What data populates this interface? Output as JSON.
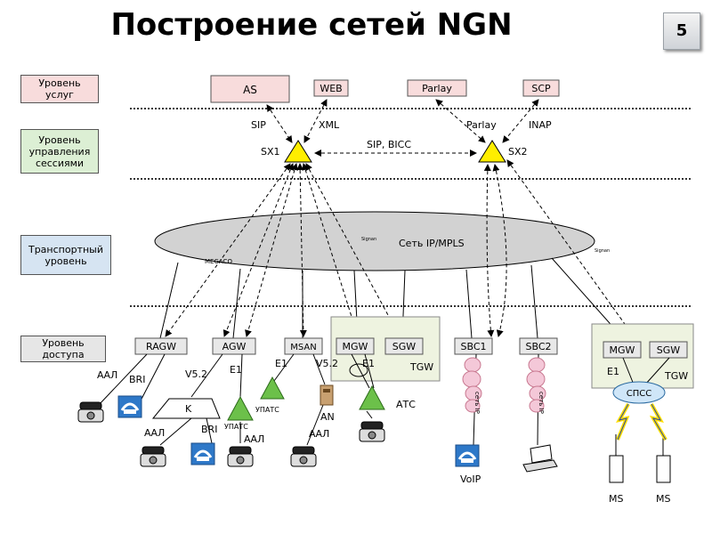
{
  "title": "Построение сетей NGN",
  "page_number": "5",
  "levels": {
    "services": "Уровень услуг",
    "session": "Уровень управления сессиями",
    "transport": "Транспортный уровень",
    "access": "Уровень доступа"
  },
  "services": {
    "as": "AS",
    "web": "WEB",
    "parlay": "Parlay",
    "scp": "SCP"
  },
  "protocols": {
    "sip": "SIP",
    "xml": "XML",
    "parlay": "Parlay",
    "inap": "INAP",
    "sip_bicc": "SIP, BICC"
  },
  "softswitches": {
    "sx1": "SX1",
    "sx2": "SX2"
  },
  "transport": {
    "network": "Сеть  IP/MPLS",
    "megaco": "MEGACO",
    "signal1": "Signan",
    "signal2": "Signan"
  },
  "access_nodes": {
    "ragw": "RAGW",
    "agw": "AGW",
    "msan": "MSAN",
    "mgw1": "MGW",
    "sgw1": "SGW",
    "sbc1": "SBC1",
    "sbc2": "SBC2",
    "mgw2": "MGW",
    "sgw2": "SGW"
  },
  "labels": {
    "aal1": "ААЛ",
    "bri1": "BRI",
    "v52_1": "V5.2",
    "e1_1": "E1",
    "e1_2": "E1",
    "v52_2": "V5.2",
    "e1_3": "E1",
    "tgw1": "TGW",
    "k": "K",
    "upats1": "УПАТС",
    "upats2": "УПАТС",
    "an": "AN",
    "aal2": "ААЛ",
    "bri2": "BRI",
    "aal3": "ААЛ",
    "aal4": "ААЛ",
    "atc": "АТС",
    "ip_net1": "сеть IP",
    "ip_net2": "сеть IP",
    "voip": "VoIP",
    "e1_4": "E1",
    "tgw2": "TGW",
    "spss": "СПСС",
    "ms1": "MS",
    "ms2": "MS"
  }
}
